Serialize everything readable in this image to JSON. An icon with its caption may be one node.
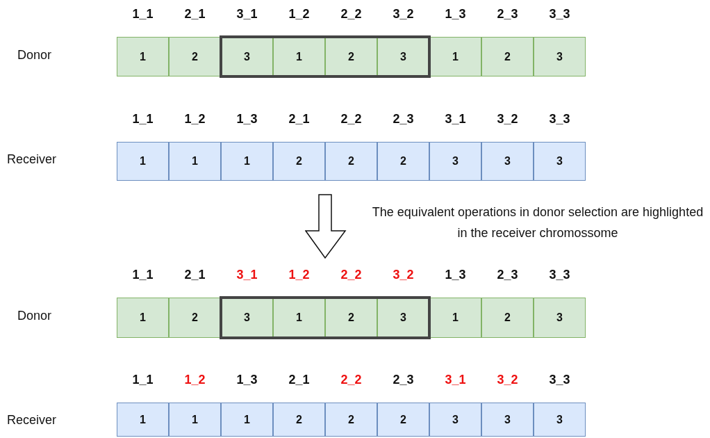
{
  "diagram": {
    "nodes": [
      {
        "text": [
          "1"
        ],
        "beside": [
          "1_1"
        ]
      },
      {
        "text": [
          "2"
        ],
        "beside": [
          "2_1"
        ]
      },
      {
        "text": [],
        "shape": "box"
      },
      {
        "text": [
          "3"
        ],
        "beside": [
          "3_1"
        ],
        "in": 2
      },
      {
        "text": [
          "1"
        ],
        "beside": [
          "1_2"
        ],
        "in": 2
      },
      {
        "text": [
          "2"
        ],
        "beside": [
          "2_2"
        ],
        "in": 2
      },
      {
        "text": [
          "3"
        ],
        "beside": [
          "3_2"
        ],
        "in": 2
      },
      {
        "text": [
          "1"
        ],
        "beside": [
          "1_3"
        ]
      },
      {
        "text": [
          "2"
        ],
        "beside": [
          "2_3"
        ]
      },
      {
        "text": [
          "3"
        ],
        "beside": [
          "3_3"
        ]
      },
      {
        "text": [
          "1"
        ],
        "beside": [
          "1_1"
        ]
      },
      {
        "text": [
          "1"
        ],
        "beside": [
          "1_2"
        ]
      },
      {
        "text": [
          "1"
        ],
        "beside": [
          "1_3"
        ]
      },
      {
        "text": [
          "2"
        ],
        "beside": [
          "2_1"
        ]
      },
      {
        "text": [
          "2"
        ],
        "beside": [
          "2_2"
        ]
      },
      {
        "text": [
          "2"
        ],
        "beside": [
          "2_3"
        ]
      },
      {
        "text": [
          "3"
        ],
        "beside": [
          "3_1"
        ]
      },
      {
        "text": [
          "3"
        ],
        "beside": [
          "3_2"
        ]
      },
      {
        "text": [
          "3"
        ],
        "beside": [
          "3_3"
        ]
      },
      {
        "text": [
          "1"
        ],
        "beside": [
          "1_1"
        ]
      },
      {
        "text": [
          "2"
        ],
        "beside": [
          "2_1"
        ]
      },
      {
        "text": [],
        "shape": "box"
      },
      {
        "text": [
          "3"
        ],
        "beside": [
          "3_1"
        ],
        "in": 21
      },
      {
        "text": [
          "1"
        ],
        "beside": [
          "1_2"
        ],
        "in": 21
      },
      {
        "text": [
          "2"
        ],
        "beside": [
          "2_2"
        ],
        "in": 21
      },
      {
        "text": [
          "3"
        ],
        "beside": [
          "3_2"
        ],
        "in": 21
      },
      {
        "text": [
          "1"
        ],
        "beside": [
          "1_3"
        ]
      },
      {
        "text": [
          "2"
        ],
        "beside": [
          "2_3"
        ]
      },
      {
        "text": [
          "3"
        ],
        "beside": [
          "3_3"
        ]
      },
      {
        "text": [
          "1"
        ],
        "beside": [
          "1_1"
        ]
      },
      {
        "text": [
          "1"
        ],
        "beside": [
          "1_2"
        ]
      },
      {
        "text": [
          "1"
        ],
        "beside": [
          "1_3"
        ]
      },
      {
        "text": [
          "2"
        ],
        "beside": [
          "2_1"
        ]
      },
      {
        "text": [
          "2"
        ],
        "beside": [
          "2_2"
        ]
      },
      {
        "text": [
          "2"
        ],
        "beside": [
          "2_3"
        ]
      },
      {
        "text": [
          "3"
        ],
        "beside": [
          "3_1"
        ]
      },
      {
        "text": [
          "3"
        ],
        "beside": [
          "3_2"
        ]
      },
      {
        "text": [
          "3"
        ],
        "beside": [
          "3_3"
        ]
      }
    ],
    "labels": [
      "Donor",
      "Receiver",
      "The equivalent operations in donor selection are highlighted in the receiver chromossome",
      "Donor",
      "Receiver"
    ]
  }
}
